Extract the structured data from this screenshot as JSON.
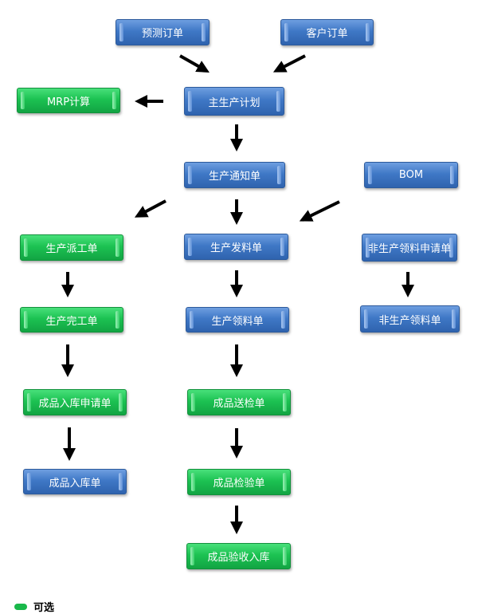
{
  "nodes": {
    "forecast_order": "预测订单",
    "customer_order": "客户订单",
    "mrp_calc": "MRP计算",
    "master_plan": "主生产计划",
    "production_notice": "生产通知单",
    "bom": "BOM",
    "dispatch_order": "生产派工单",
    "material_issue": "生产发料单",
    "non_prod_request": "非生产领料申请单",
    "completion_order": "生产完工单",
    "material_requisition": "生产领料单",
    "non_prod_requisition": "非生产领料单",
    "fg_inbound_request": "成品入库申请单",
    "fg_inspection_send": "成品送检单",
    "fg_inbound": "成品入库单",
    "fg_inspection": "成品检验单",
    "fg_accept_inbound": "成品验收入库"
  },
  "legend": {
    "optional_label": "可选",
    "optional_color": "#19b84a"
  },
  "colors": {
    "required": "#3f78c6",
    "optional": "#1cc252"
  }
}
